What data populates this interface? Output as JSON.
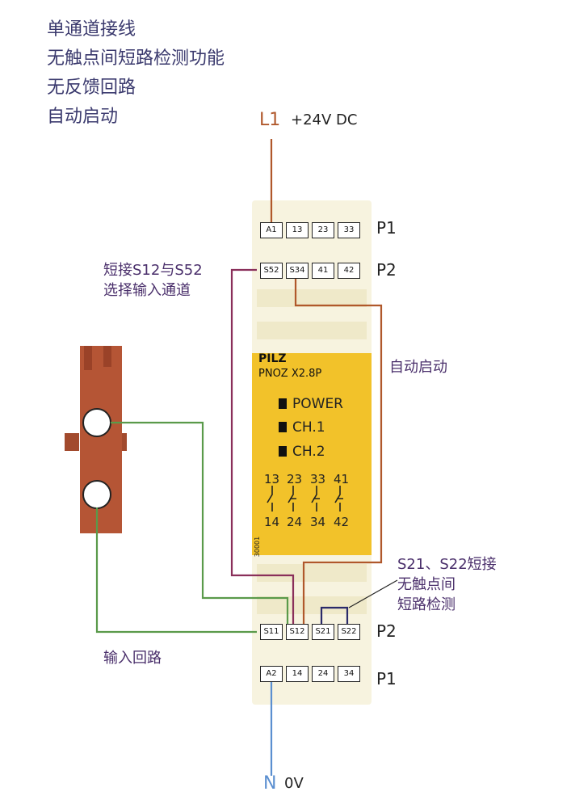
{
  "title_lines": [
    "单通道接线",
    "无触点间短路检测功能",
    "无反馈回路",
    "自动启动"
  ],
  "supply": {
    "l1": "L1",
    "l1_voltage": "+24V DC",
    "n": "N",
    "n_voltage": "0V"
  },
  "annotations": {
    "jumper_s12_s52_line1": "短接S12与S52",
    "jumper_s12_s52_line2": "选择输入通道",
    "auto_start": "自动启动",
    "s21_s22_line1": "S21、S22短接",
    "s21_s22_line2": "无触点间",
    "s21_s22_line3": "短路检测",
    "input_loop": "输入回路"
  },
  "device": {
    "brand": "PILZ",
    "model": "PNOZ X2.8P",
    "leds": [
      "POWER",
      "CH.1",
      "CH.2"
    ],
    "contacts_top": [
      "13",
      "23",
      "33",
      "41"
    ],
    "contacts_bottom": [
      "14",
      "24",
      "34",
      "42"
    ],
    "side_code": "30001"
  },
  "terminals": {
    "top_p1": {
      "label": "P1",
      "items": [
        "A1",
        "13",
        "23",
        "33"
      ]
    },
    "top_p2": {
      "label": "P2",
      "items": [
        "S52",
        "S34",
        "41",
        "42"
      ]
    },
    "bottom_p2": {
      "label": "P2",
      "items": [
        "S11",
        "S12",
        "S21",
        "S22"
      ]
    },
    "bottom_p1": {
      "label": "P1",
      "items": [
        "A2",
        "14",
        "24",
        "34"
      ]
    }
  },
  "colors": {
    "title": "#3b3a6e",
    "wire_l1": "#b0582b",
    "wire_n": "#5b8fd0",
    "wire_input": "#5a9a4a",
    "wire_jumper": "#8a2f5a",
    "wire_s21_s22": "#2a2a6a",
    "module_yellow": "#f2c22a",
    "estop_red": "#b55535"
  }
}
